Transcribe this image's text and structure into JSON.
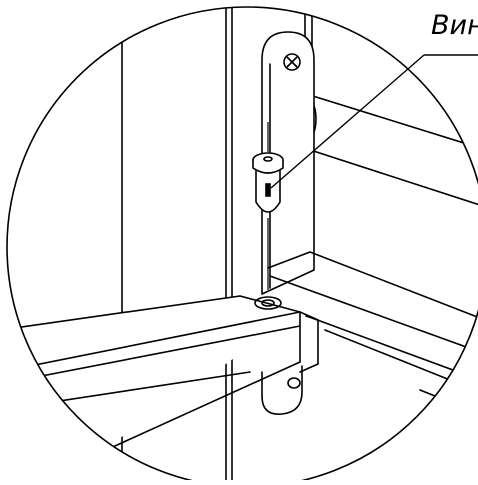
{
  "callout": {
    "label": "Вин"
  },
  "colors": {
    "line": "#000000",
    "background": "#ffffff"
  },
  "parts": {
    "screw": "screw",
    "bracket": "mounting-bracket",
    "rail": "horizontal-rail",
    "rod": "round-rod"
  }
}
